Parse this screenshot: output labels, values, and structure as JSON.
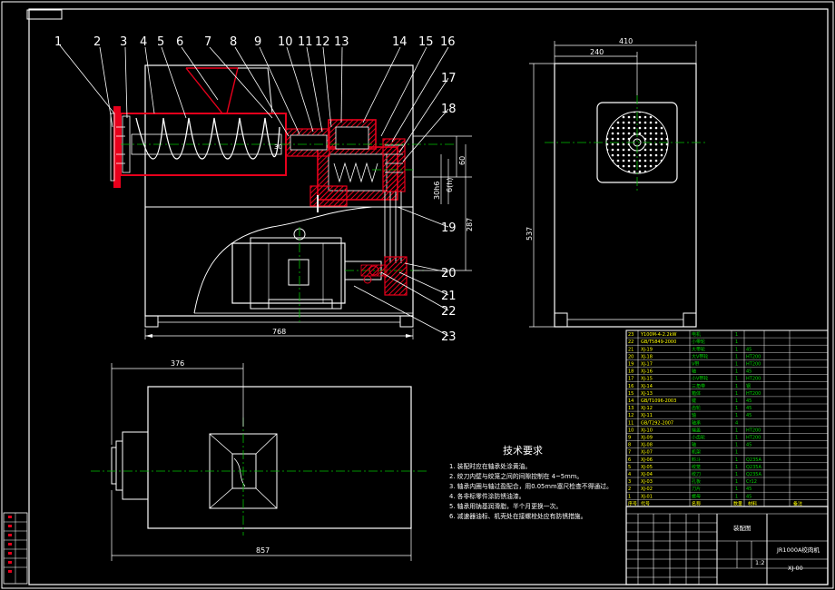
{
  "title_tab": "",
  "balloons": [
    "1",
    "2",
    "3",
    "4",
    "5",
    "6",
    "7",
    "8",
    "9",
    "10",
    "11",
    "12",
    "13",
    "14",
    "15",
    "16",
    "17",
    "18",
    "19",
    "20",
    "21",
    "22",
    "23"
  ],
  "dims": {
    "front_width": "768",
    "side_width": "410",
    "side_center": "240",
    "side_height": "537",
    "shaft_dia": "30h6",
    "shaft_dia2": "30",
    "dim_60": "60",
    "dim_d": "6(h)",
    "dim_287": "287",
    "top_width": "857",
    "top_offset": "376"
  },
  "tech_req": {
    "heading": "技术要求",
    "items": [
      "1. 装配时应在轴承处涂黄油。",
      "2. 绞刀内壁与绞笼之间的间隙控制在 4~5mm。",
      "3. 轴承内圈与轴过盈配合，用0.05mm塞尺检查不得通过。",
      "4. 各非标零件涂防锈油漆。",
      "5. 轴承用钠基润滑脂，半个月更换一次。",
      "6. 减速器油标、机壳处在接螺栓处应有防锈措施。"
    ]
  },
  "bom": {
    "rows": [
      {
        "no": "23",
        "code": "Y100M-4-2.2kW",
        "name": "电机",
        "qty": "1",
        "mat": ""
      },
      {
        "no": "22",
        "code": "GB/T5849-2000",
        "name": "小带轮",
        "qty": "1",
        "mat": ""
      },
      {
        "no": "21",
        "code": "XJ-19",
        "name": "大带轮",
        "qty": "1",
        "mat": "45"
      },
      {
        "no": "20",
        "code": "XJ-18",
        "name": "大V带轮",
        "qty": "1",
        "mat": "HT200"
      },
      {
        "no": "19",
        "code": "XJ-17",
        "name": "V带",
        "qty": "1",
        "mat": "HT200"
      },
      {
        "no": "18",
        "code": "XJ-16",
        "name": "轴",
        "qty": "1",
        "mat": "45"
      },
      {
        "no": "17",
        "code": "XJ-15",
        "name": "小V带轮",
        "qty": "1",
        "mat": "HT200"
      },
      {
        "no": "16",
        "code": "XJ-14",
        "name": "三角带",
        "qty": "1",
        "mat": "钢"
      },
      {
        "no": "15",
        "code": "XJ-13",
        "name": "箱体",
        "qty": "1",
        "mat": "HT200"
      },
      {
        "no": "14",
        "code": "GB/T1096-2003",
        "name": "键",
        "qty": "1",
        "mat": "45"
      },
      {
        "no": "13",
        "code": "XJ-12",
        "name": "齿轮",
        "qty": "1",
        "mat": "45"
      },
      {
        "no": "12",
        "code": "XJ-11",
        "name": "轴",
        "qty": "1",
        "mat": "45"
      },
      {
        "no": "11",
        "code": "GB/T292-2007",
        "name": "轴承",
        "qty": "4",
        "mat": ""
      },
      {
        "no": "10",
        "code": "XJ-10",
        "name": "端盖",
        "qty": "1",
        "mat": "HT200"
      },
      {
        "no": "9",
        "code": "XJ-09",
        "name": "小齿轮",
        "qty": "1",
        "mat": "HT200"
      },
      {
        "no": "8",
        "code": "XJ-08",
        "name": "轴",
        "qty": "1",
        "mat": "45"
      },
      {
        "no": "7",
        "code": "XJ-07",
        "name": "机架",
        "qty": "1",
        "mat": ""
      },
      {
        "no": "6",
        "code": "XJ-06",
        "name": "料斗",
        "qty": "1",
        "mat": "Q235A"
      },
      {
        "no": "5",
        "code": "XJ-05",
        "name": "绞笼",
        "qty": "1",
        "mat": "Q235A"
      },
      {
        "no": "4",
        "code": "XJ-04",
        "name": "绞刀",
        "qty": "1",
        "mat": "Q235A"
      },
      {
        "no": "3",
        "code": "XJ-03",
        "name": "孔板",
        "qty": "1",
        "mat": "Cr12"
      },
      {
        "no": "2",
        "code": "XJ-02",
        "name": "刀片",
        "qty": "1",
        "mat": "45"
      },
      {
        "no": "1",
        "code": "XJ-01",
        "name": "螺母",
        "qty": "1",
        "mat": "45"
      }
    ],
    "header": {
      "no": "序号",
      "code": "代号",
      "name": "名称",
      "qty": "数量",
      "mat": "材料",
      "note": "备注"
    }
  },
  "title_block": {
    "product": "JR1000A绞肉机",
    "drawing_no": "XJ-00",
    "assembly": "装配图",
    "scale": "1:2"
  },
  "colors": {
    "line": "#ffffff",
    "section": "#e8001c",
    "center": "#00c000",
    "dim": "#ffffff",
    "bom_text": "#00d000",
    "bom_text2": "#ffff00"
  }
}
